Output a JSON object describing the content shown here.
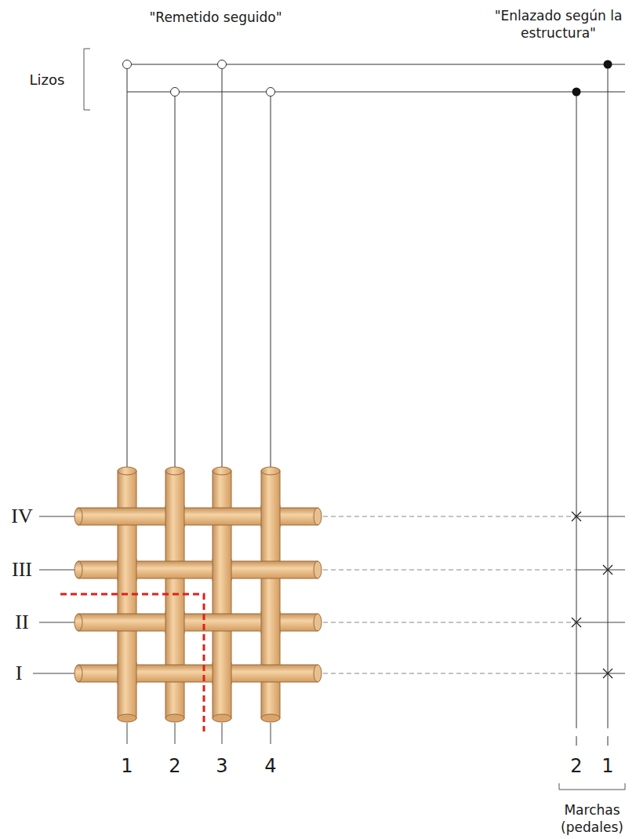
{
  "diagram": {
    "labels": [
      "\"Remetido seguido\"",
      "\"Enlazado según la estructura\"",
      "Lizos",
      "IV",
      "III",
      "II",
      "I",
      "1",
      "2",
      "3",
      "4",
      "2",
      "1",
      "Marchas (pedales)"
    ]
  }
}
